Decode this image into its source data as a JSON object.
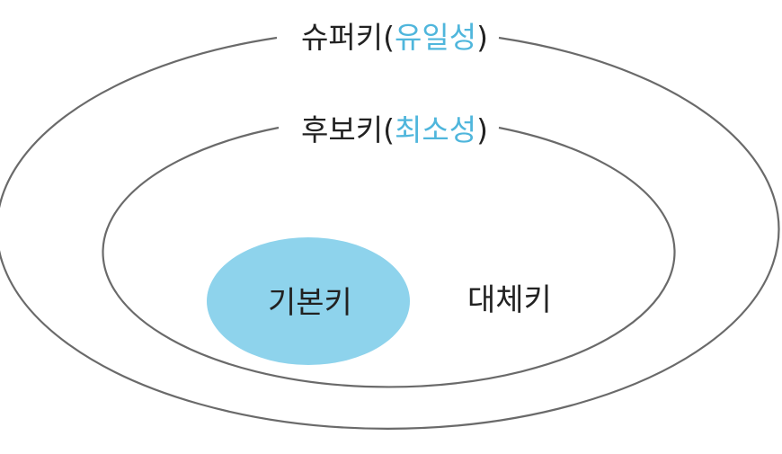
{
  "diagram": {
    "super_key": {
      "name": "슈퍼키",
      "open_paren": "(",
      "property": "유일성",
      "close_paren": ")"
    },
    "candidate_key": {
      "name": "후보키",
      "open_paren": "(",
      "property": "최소성",
      "close_paren": ")"
    },
    "primary_key": "기본키",
    "alternate_key": "대체키"
  },
  "colors": {
    "accent_text": "#4fb6dc",
    "primary_fill": "#8ed3ec",
    "outline": "#6a6a6a",
    "text": "#222222"
  }
}
